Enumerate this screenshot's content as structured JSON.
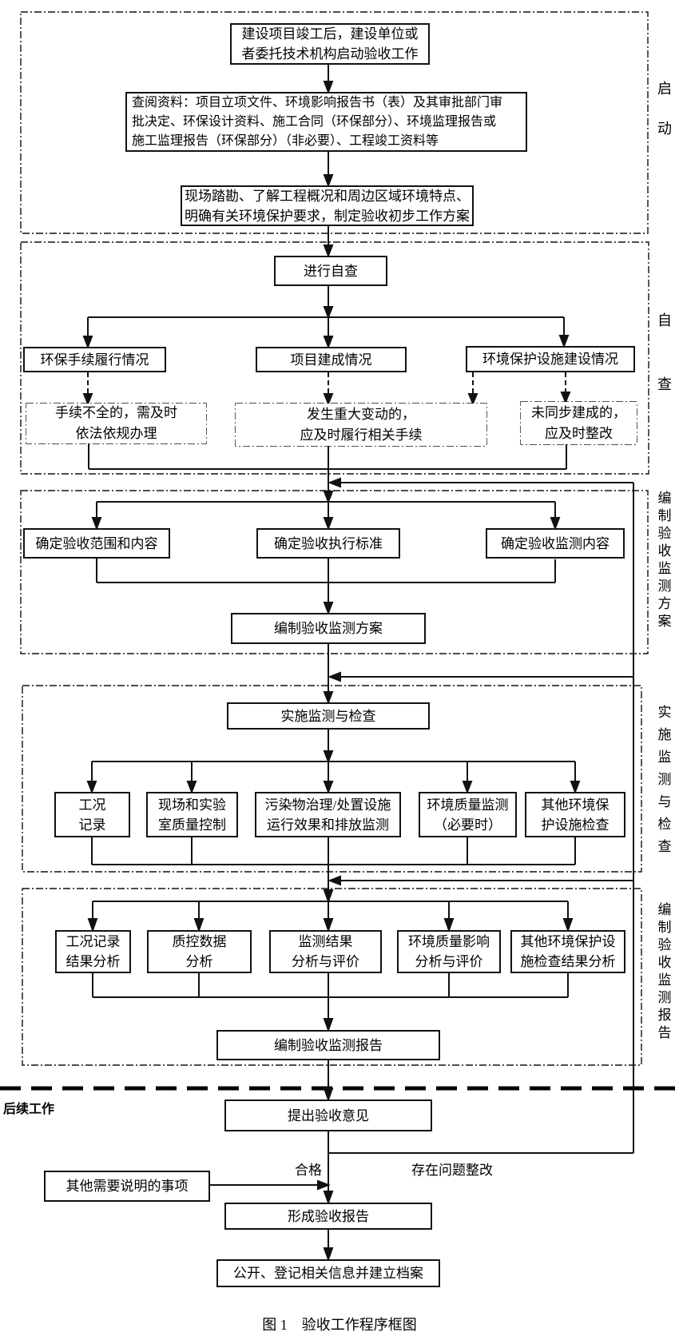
{
  "caption": "图 1　验收工作程序框图",
  "left_label": "后续工作",
  "edge_labels": {
    "pass": "合格",
    "fix": "存在问题整改"
  },
  "side_labels": {
    "s1": "启动",
    "s2": "自查",
    "s3": "编制验收监测方案",
    "s4": "实施监测与检查",
    "s5": "编制验收监测报告"
  },
  "boxes": {
    "b1": "建设项目竣工后，建设单位或\n者委托技术机构启动验收工作",
    "b2": "查阅资料：项目立项文件、环境影响报告书（表）及其审批部门审\n批决定、环保设计资料、施工合同（环保部分）、环境监理报告或\n施工监理报告（环保部分）（非必要）、工程竣工资料等",
    "b3": "现场踏勘、了解工程概况和周边区域环境特点、\n明确有关环境保护要求，制定验收初步工作方案",
    "b4": "进行自查",
    "b5": "环保手续履行情况",
    "b6": "项目建成情况",
    "b7": "环境保护设施建设情况",
    "d1": "手续不全的，需及时\n依法依规办理",
    "d2": "发生重大变动的，\n应及时履行相关手续",
    "d3": "未同步建成的，\n应及时整改",
    "b8": "确定验收范围和内容",
    "b9": "确定验收执行标准",
    "b10": "确定验收监测内容",
    "b11": "编制验收监测方案",
    "b12": "实施监测与检查",
    "c1": "工况\n记录",
    "c2": "现场和实验\n室质量控制",
    "c3": "污染物治理/处置设施\n运行效果和排放监测",
    "c4": "环境质量监测\n（必要时）",
    "c5": "其他环境保\n护设施检查",
    "e1": "工况记录\n结果分析",
    "e2": "质控数据\n分析",
    "e3": "监测结果\n分析与评价",
    "e4": "环境质量影响\n分析与评价",
    "e5": "其他环境保护设\n施检查结果分析",
    "b13": "编制验收监测报告",
    "b14": "提出验收意见",
    "d4": "其他需要说明的事项",
    "b15": "形成验收报告",
    "b16": "公开、登记相关信息并建立档案"
  }
}
